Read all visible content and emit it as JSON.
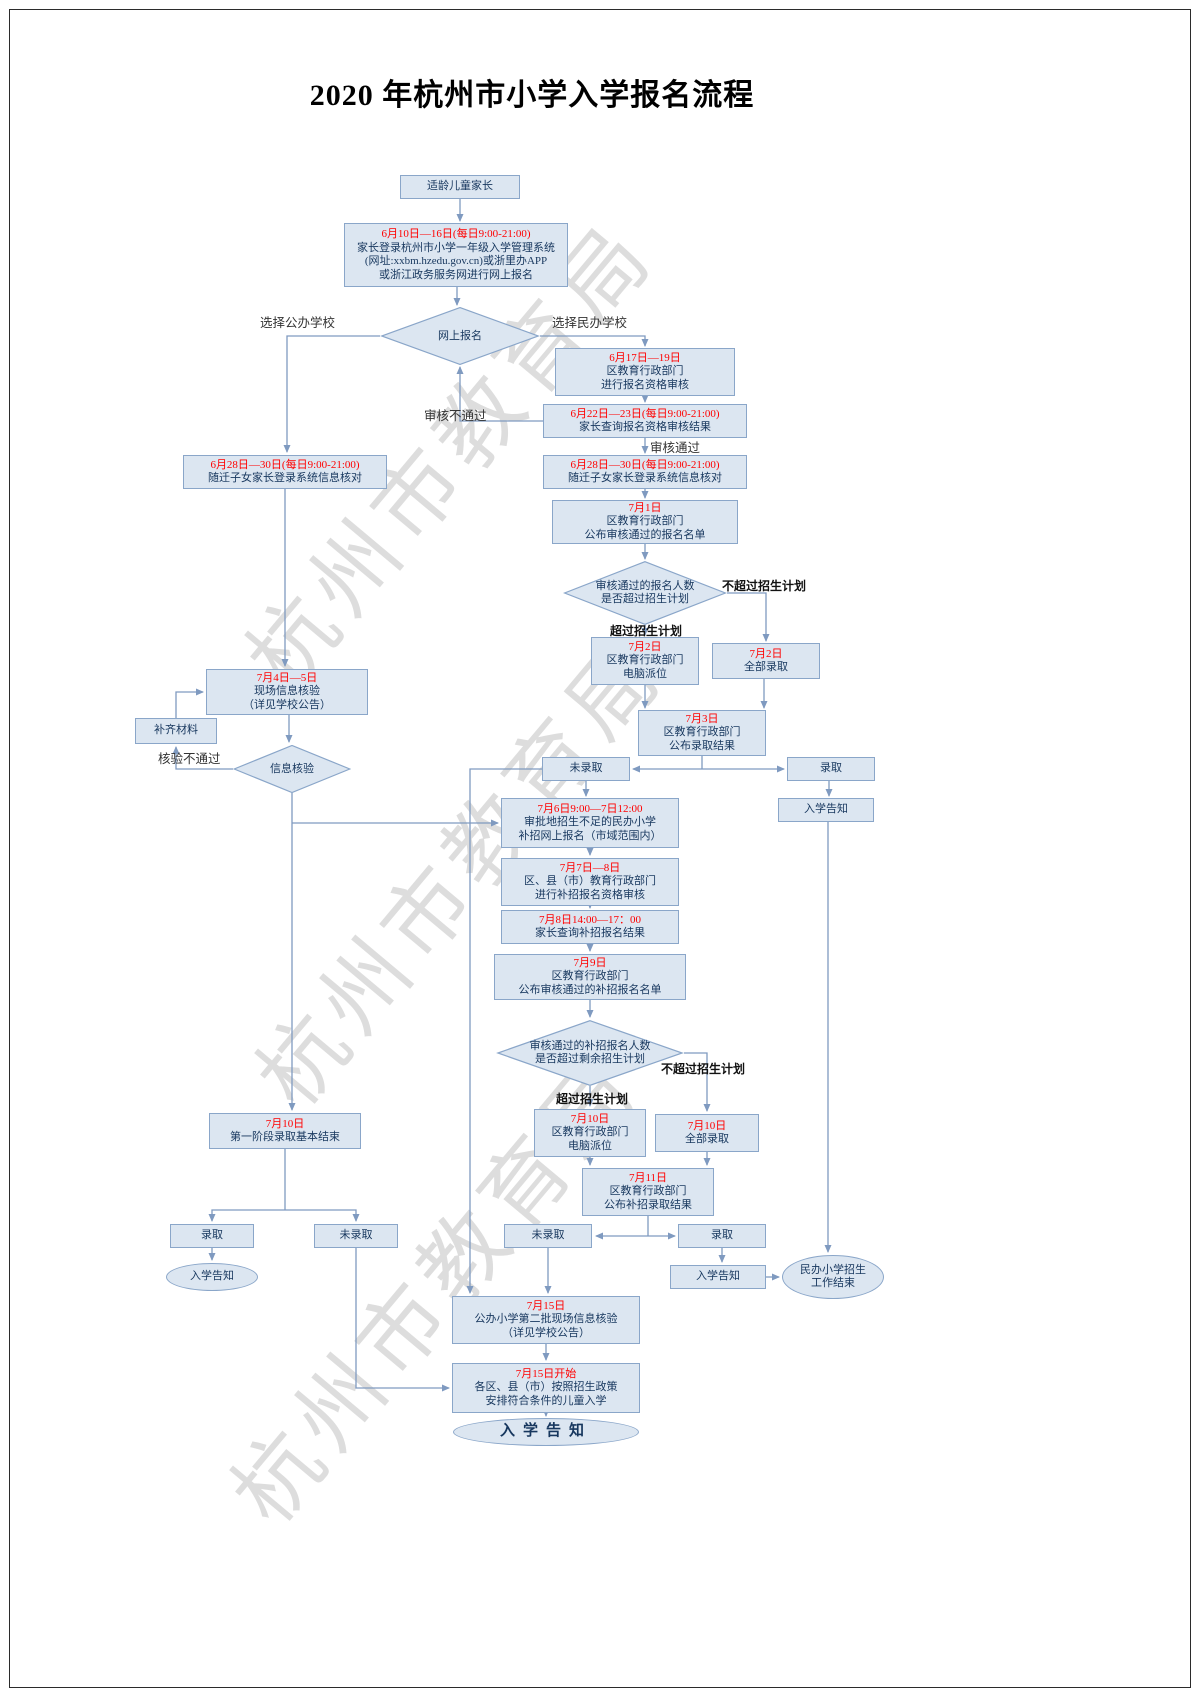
{
  "page": {
    "title": "2020 年杭州市小学入学报名流程",
    "watermark": "杭州市教育局"
  },
  "colors": {
    "node_fill": "#dce6f1",
    "node_border": "#8aa6c9",
    "connector": "#7f9ac0",
    "date_red": "#ff0000",
    "node_text": "#17375e"
  },
  "labels": {
    "choose_public": "选择公办学校",
    "choose_private": "选择民办学校",
    "review_fail": "审核不通过",
    "review_pass": "审核通过",
    "over_plan_1": "超过招生计划",
    "not_over_plan_1": "不超过招生计划",
    "verify_fail": "核验不通过",
    "over_plan_2": "超过招生计划",
    "not_over_plan_2": "不超过招生计划"
  },
  "nodes": {
    "start": {
      "l1": "适龄儿童家长"
    },
    "reg": {
      "l1": "6月10日—16日(每日9:00-21:00)",
      "l2": "家长登录杭州市小学一年级入学管理系统",
      "l3": "(网址:xxbm.hzedu.gov.cn)或浙里办APP",
      "l4": "或浙江政务服务网进行网上报名"
    },
    "d1": {
      "l1": "网上报名"
    },
    "r1": {
      "l1": "6月17日—19日",
      "l2": "区教育行政部门",
      "l3": "进行报名资格审核"
    },
    "r2": {
      "l1": "6月22日—23日(每日9:00-21:00)",
      "l2": "家长查询报名资格审核结果"
    },
    "r3": {
      "l1": "6月28日—30日(每日9:00-21:00)",
      "l2": "随迁子女家长登录系统信息核对"
    },
    "r4": {
      "l1": "7月1日",
      "l2": "区教育行政部门",
      "l3": "公布审核通过的报名名单"
    },
    "d2": {
      "l1": "审核通过的报名人数",
      "l2": "是否超过招生计划"
    },
    "r5": {
      "l1": "7月2日",
      "l2": "区教育行政部门",
      "l3": "电脑派位"
    },
    "r6": {
      "l1": "7月2日",
      "l2": "全部录取"
    },
    "r7": {
      "l1": "7月3日",
      "l2": "区教育行政部门",
      "l3": "公布录取结果"
    },
    "na1": {
      "l1": "未录取"
    },
    "a1": {
      "l1": "录取"
    },
    "n1": {
      "l1": "入学告知"
    },
    "left1": {
      "l1": "6月28日—30日(每日9:00-21:00)",
      "l2": "随迁子女家长登录系统信息核对"
    },
    "left2": {
      "l1": "7月4日—5日",
      "l2": "现场信息核验",
      "l3": "（详见学校公告）"
    },
    "left3": {
      "l1": "补齐材料"
    },
    "d3": {
      "l1": "信息核验"
    },
    "m1": {
      "l1": "7月6日9:00—7日12:00",
      "l2": "审批地招生不足的民办小学",
      "l3": "补招网上报名（市域范围内）"
    },
    "m2": {
      "l1": "7月7日—8日",
      "l2": "区、县（市）教育行政部门",
      "l3": "进行补招报名资格审核"
    },
    "m3": {
      "l1": "7月8日14:00—17：00",
      "l2": "家长查询补招报名结果"
    },
    "m4": {
      "l1": "7月9日",
      "l2": "区教育行政部门",
      "l3": "公布审核通过的补招报名名单"
    },
    "d4": {
      "l1": "审核通过的补招报名人数",
      "l2": "是否超过剩余招生计划"
    },
    "m5": {
      "l1": "7月10日",
      "l2": "区教育行政部门",
      "l3": "电脑派位"
    },
    "m6": {
      "l1": "7月10日",
      "l2": "全部录取"
    },
    "m7": {
      "l1": "7月11日",
      "l2": "区教育行政部门",
      "l3": "公布补招录取结果"
    },
    "na2": {
      "l1": "未录取"
    },
    "a2": {
      "l1": "录取"
    },
    "n2": {
      "l1": "入学告知"
    },
    "e1": {
      "l1": "民办小学招生",
      "l2": "工作结束"
    },
    "left4": {
      "l1": "7月10日",
      "l2": "第一阶段录取基本结束"
    },
    "a3": {
      "l1": "录取"
    },
    "na3": {
      "l1": "未录取"
    },
    "e2": {
      "l1": "入学告知"
    },
    "b1": {
      "l1": "7月15日",
      "l2": "公办小学第二批现场信息核验",
      "l3": "（详见学校公告）"
    },
    "b2": {
      "l1": "7月15日开始",
      "l2": "各区、县（市）按照招生政策",
      "l3": "安排符合条件的儿童入学"
    },
    "e3": {
      "l1": "入学告知"
    }
  }
}
